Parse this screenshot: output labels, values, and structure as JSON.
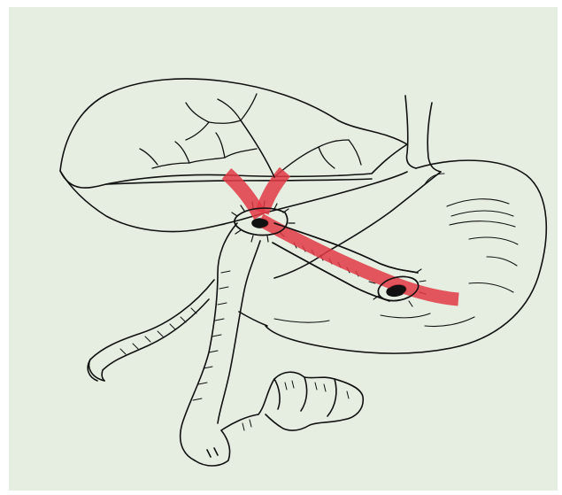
{
  "figure": {
    "colors": {
      "background": "#e5eee0",
      "ink": "#111111",
      "highlight": "#e23a45"
    },
    "parts": [
      "liver",
      "gallbladder-bed",
      "esophagus",
      "stomach",
      "pylorus-duodenum",
      "bile-duct",
      "jejunal-loop",
      "anastomosis",
      "bowel-coils",
      "highlight-band"
    ]
  }
}
